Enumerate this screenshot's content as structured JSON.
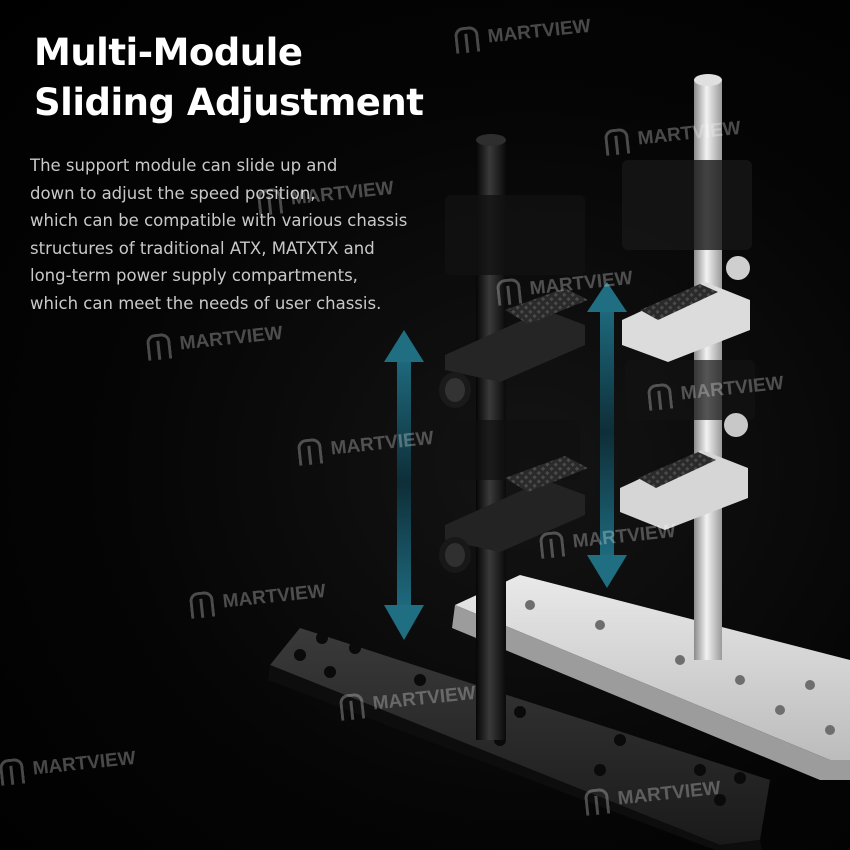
{
  "headline": {
    "line1": "Multi-Module",
    "line2": "Sliding Adjustment"
  },
  "description": {
    "lines": [
      "The support module can slide up and",
      "down to adjust the speed position,",
      "which can be compatible with various chassis",
      "structures of traditional ATX, MATXTX and",
      "long-term power supply compartments,",
      "which can meet the needs of user chassis."
    ]
  },
  "watermark": {
    "text": "MARTVIEW",
    "icon": "m-logo-icon"
  },
  "colors": {
    "background": "#000000",
    "headline": "#ffffff",
    "body_text": "#c9c9c9",
    "arrow_accent": "#1f6e82",
    "silver_part": "#d8d8d8",
    "black_part": "#1c1c1c"
  }
}
